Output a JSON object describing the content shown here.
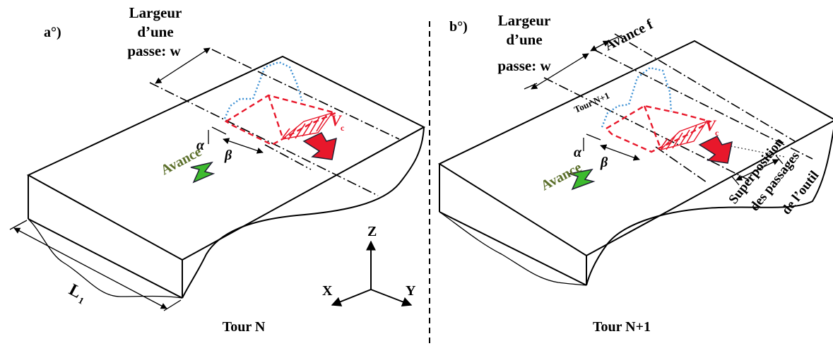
{
  "colors": {
    "cut": "#e8182b",
    "tool": "#3b8fd3",
    "avance_arrow": "#3dbb2e",
    "vc_arrow": "#e8182b",
    "avance_text": "#5b6f2a"
  },
  "left_panel": {
    "tag": "a°)",
    "width_label": [
      "Largeur",
      "d’une",
      "passe: w"
    ],
    "avance": "Avance",
    "alpha": "α",
    "beta": "β",
    "vc": "V",
    "vc_sub": "c",
    "length": "L",
    "length_sub": "1",
    "caption": "Tour N"
  },
  "axes": {
    "z": "Z",
    "x": "X",
    "y": "Y"
  },
  "right_panel": {
    "tag": "b°)",
    "width_label": [
      "Largeur",
      "d’une",
      "passe: w"
    ],
    "feed": "Avance f",
    "prev_pass": "Tour N+1",
    "avance": "Avance",
    "alpha": "α",
    "beta": "β",
    "vc": "V",
    "vc_sub": "c",
    "overlap": [
      "Superposition",
      "des passages",
      "de l’outil"
    ],
    "caption": "Tour N+1"
  }
}
